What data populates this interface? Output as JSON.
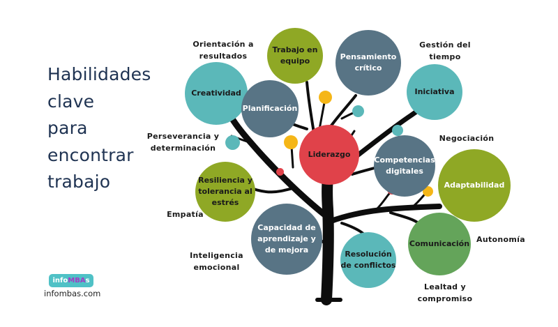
{
  "title": {
    "lines": [
      "Habilidades",
      "clave",
      "para",
      "encontrar",
      "trabajo"
    ],
    "color": "#1f3352"
  },
  "logo": {
    "badge_prefix": "info",
    "badge_highlight": "MBA",
    "badge_suffix": "s",
    "url": "infombas.com",
    "badge_color": "#4fc1c6"
  },
  "colors": {
    "teal": "#5bb8b9",
    "slate": "#587485",
    "olive": "#8fa825",
    "red": "#e0424a",
    "green": "#64a45a",
    "yellow": "#f5b617",
    "trunk": "#0d0d0d"
  },
  "circles": [
    {
      "id": "creatividad",
      "label": [
        "Creatividad"
      ],
      "color": "teal",
      "text": "dark"
    },
    {
      "id": "planificacion",
      "label": [
        "Planificación"
      ],
      "color": "slate",
      "text": "light"
    },
    {
      "id": "trabajo-equipo",
      "label": [
        "Trabajo en",
        "equipo"
      ],
      "color": "olive",
      "text": "dark"
    },
    {
      "id": "pensamiento-critico",
      "label": [
        "Pensamiento",
        "crítico"
      ],
      "color": "slate",
      "text": "light"
    },
    {
      "id": "iniciativa",
      "label": [
        "Iniciativa"
      ],
      "color": "teal",
      "text": "dark"
    },
    {
      "id": "liderazgo",
      "label": [
        "Liderazgo"
      ],
      "color": "red",
      "text": "dark"
    },
    {
      "id": "competencias-digitales",
      "label": [
        "Competencias",
        "digitales"
      ],
      "color": "slate",
      "text": "light"
    },
    {
      "id": "adaptabilidad",
      "label": [
        "Adaptabilidad"
      ],
      "color": "olive",
      "text": "light"
    },
    {
      "id": "resiliencia",
      "label": [
        "Resiliencia y",
        "tolerancia al",
        "estrés"
      ],
      "color": "olive",
      "text": "dark"
    },
    {
      "id": "capacidad-aprendizaje",
      "label": [
        "Capacidad de",
        "aprendizaje y",
        "de mejora"
      ],
      "color": "slate",
      "text": "light"
    },
    {
      "id": "resolucion-conflictos",
      "label": [
        "Resolución",
        "de conflictos"
      ],
      "color": "teal",
      "text": "dark"
    },
    {
      "id": "comunicacion",
      "label": [
        "Comunicación"
      ],
      "color": "green",
      "text": "dark"
    }
  ],
  "labels": [
    {
      "id": "orientacion-resultados",
      "lines": [
        "Orientación a",
        "resultados"
      ]
    },
    {
      "id": "gestion-tiempo",
      "lines": [
        "Gestión del",
        "tiempo"
      ]
    },
    {
      "id": "perseverancia",
      "lines": [
        "Perseverancia y",
        "determinación"
      ]
    },
    {
      "id": "negociacion",
      "lines": [
        "Negociación"
      ]
    },
    {
      "id": "empatia",
      "lines": [
        "Empatía"
      ]
    },
    {
      "id": "autonomia",
      "lines": [
        "Autonomía"
      ]
    },
    {
      "id": "inteligencia-emocional",
      "lines": [
        "Inteligencia",
        "emocional"
      ]
    },
    {
      "id": "lealtad-compromiso",
      "lines": [
        "Lealtad y",
        "compromiso"
      ]
    }
  ]
}
